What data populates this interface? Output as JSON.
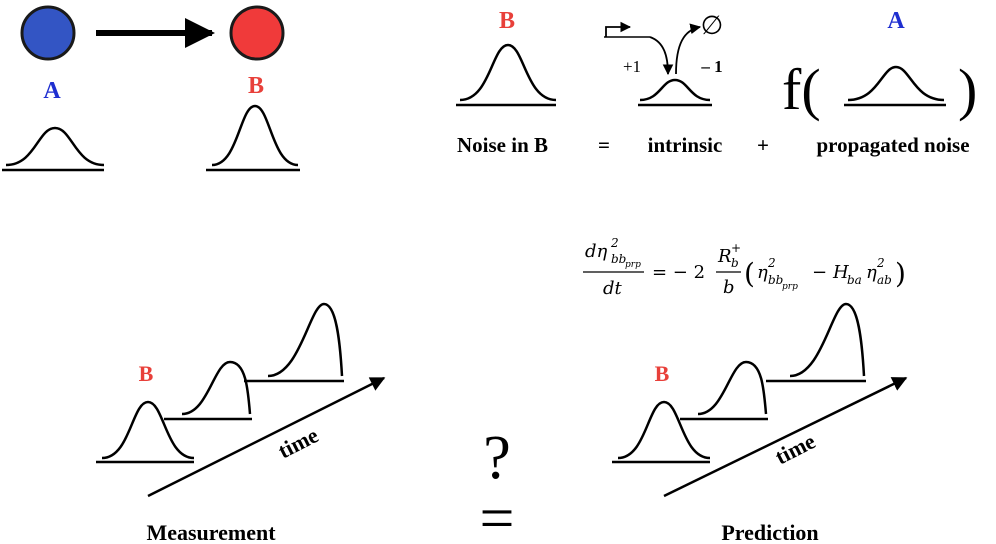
{
  "nodes": {
    "a": {
      "label": "A",
      "color": "#3355c4",
      "label_color": "#1f2fd0"
    },
    "b": {
      "label": "B",
      "color": "#f03a3a",
      "label_color": "#e8403a"
    }
  },
  "reaction": {
    "production": "+1",
    "degradation": "– 1",
    "empty_set": "∅"
  },
  "equation_text": {
    "title_b": "B",
    "title_a": "A",
    "f_open": "f(",
    "f_close": ")",
    "lhs": "Noise in B",
    "eq1": "=",
    "term1": "intrinsic",
    "plus": "+",
    "term2": "propagated noise"
  },
  "formula": {
    "num": "dη",
    "num_sup": "2",
    "num_sub": "bb",
    "num_subsub": "prp",
    "den": "dt",
    "rhs_prefix": "= − 2",
    "frac_num": "R",
    "frac_num_sub": "b",
    "frac_num_sup": "+",
    "frac_den": "b",
    "paren_open": "(",
    "term_a": "η",
    "term_a_sup": "2",
    "term_a_sub": "bb",
    "term_a_subsub": "prp",
    "minus": "−",
    "h": "H",
    "h_sub": "ba",
    "term_b": "η",
    "term_b_sup": "2",
    "term_b_sub": "ab",
    "paren_close": ")"
  },
  "bottom": {
    "label_b_left": "B",
    "label_b_right": "B",
    "time_left": "time",
    "time_right": "time",
    "question": "?",
    "equals": "=",
    "measurement": "Measurement",
    "prediction": "Prediction"
  }
}
